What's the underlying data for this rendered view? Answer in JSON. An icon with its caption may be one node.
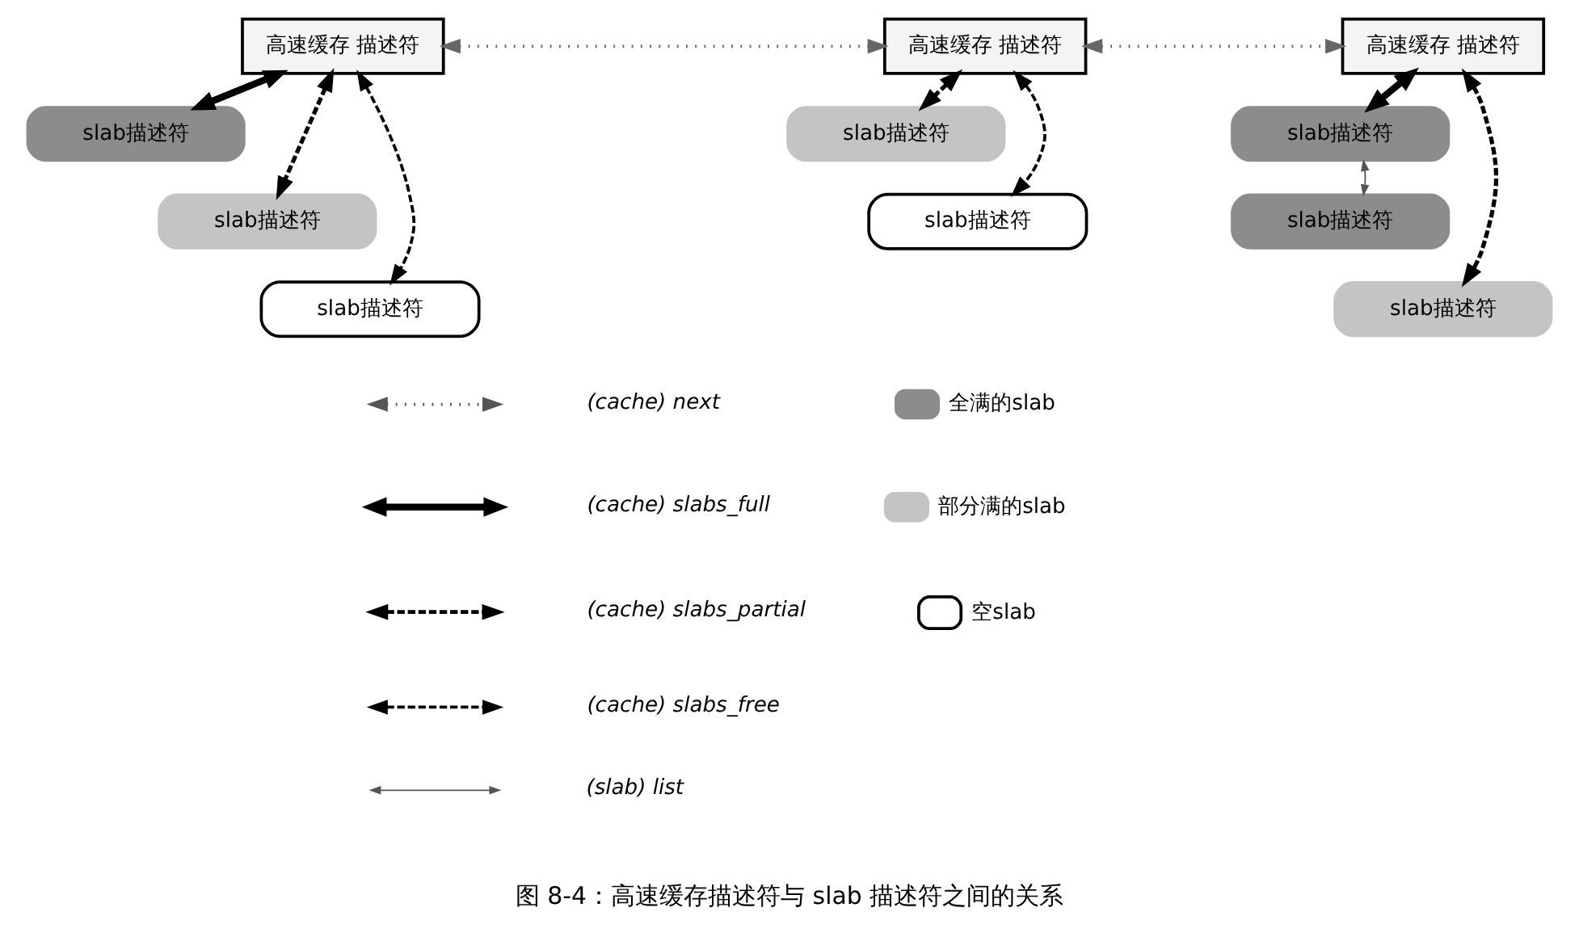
{
  "diagram": {
    "caption": "图 8-4：高速缓存描述符与 slab 描述符之间的关系",
    "nodes": [
      {
        "text": [
          "高速缓存 描述符"
        ]
      },
      {
        "text": [
          "slab描述符"
        ]
      },
      {
        "text": [
          "slab描述符"
        ]
      },
      {
        "text": [
          "slab描述符"
        ]
      },
      {
        "text": [
          "高速缓存 描述符"
        ]
      },
      {
        "text": [
          "slab描述符"
        ]
      },
      {
        "text": [
          "slab描述符"
        ]
      },
      {
        "text": [
          "高速缓存 描述符"
        ]
      },
      {
        "text": [
          "slab描述符"
        ]
      },
      {
        "text": [
          "slab描述符"
        ]
      },
      {
        "text": [
          "slab描述符"
        ]
      }
    ],
    "edges": [
      {
        "from": 0,
        "to": 4,
        "arrow": "both",
        "style": "dashed",
        "color": "#666666"
      },
      {
        "from": 4,
        "to": 7,
        "arrow": "both",
        "style": "dashed",
        "color": "#666666"
      },
      {
        "from": 0,
        "to": 1,
        "arrow": "both",
        "style": "thick"
      },
      {
        "from": 0,
        "to": 2,
        "arrow": "both",
        "style": "dashed"
      },
      {
        "from": 0,
        "to": 3,
        "arrow": "both",
        "style": "dashed"
      },
      {
        "from": 4,
        "to": 5,
        "arrow": "both",
        "style": "dashed"
      },
      {
        "from": 4,
        "to": 6,
        "arrow": "both",
        "style": "dashed"
      },
      {
        "from": 7,
        "to": 8,
        "arrow": "both",
        "style": "thick"
      },
      {
        "from": 8,
        "to": 9,
        "arrow": "both"
      },
      {
        "from": 7,
        "to": 10,
        "arrow": "both",
        "style": "dashed"
      }
    ],
    "legend": [
      {
        "text": "(cache) next"
      },
      {
        "text": "(cache) slabs_full"
      },
      {
        "text": "(cache) slabs_partial"
      },
      {
        "text": "(cache) slabs_free"
      },
      {
        "text": "(slab) list"
      },
      {
        "text": "全满的slab",
        "color": "#8c8c8c"
      },
      {
        "text": "部分满的slab",
        "color": "#c4c4c4"
      },
      {
        "text": "空slab"
      }
    ]
  }
}
